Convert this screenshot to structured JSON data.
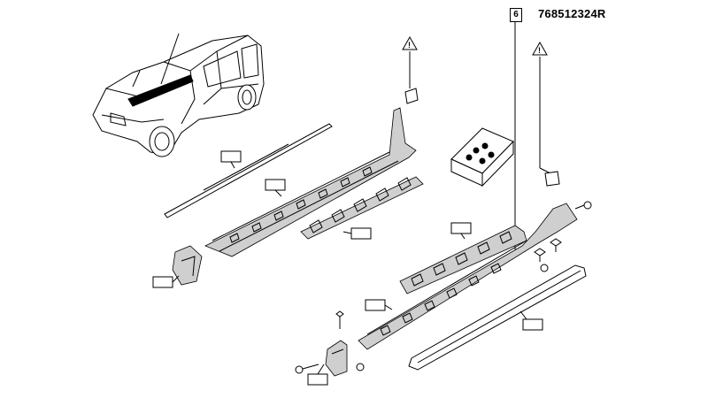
{
  "header": {
    "ref_number": "6",
    "part_number": "768512324R"
  },
  "colors": {
    "line": "#000000",
    "part_shade": "#cfcfcf",
    "background": "#ffffff"
  },
  "icons": [
    "warning-triangle-icon",
    "car-illustration",
    "label-tag"
  ]
}
